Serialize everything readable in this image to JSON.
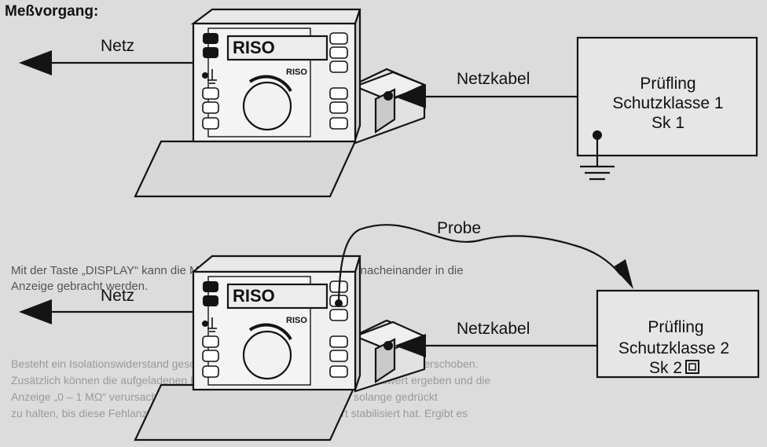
{
  "title": "Meßvorgang:",
  "top": {
    "netz": "Netz",
    "netzkabel": "Netzkabel",
    "device_label": "RISO",
    "knob_label": "RISO",
    "pruefling_lines": [
      "Prüfling",
      "Schutzklasse 1",
      "Sk 1"
    ]
  },
  "bottom": {
    "netz": "Netz",
    "netzkabel": "Netzkabel",
    "probe": "Probe",
    "device_label": "RISO",
    "knob_label": "RISO",
    "pruefling_lines": [
      "Prüfling",
      "Schutzklasse 2",
      "Sk 2"
    ]
  },
  "background_text": [
    "Mit der Taste „DISPLAY“ kann die Meßspannung und der Meßwert nacheinander in die",
    "Anzeige gebracht werden.",
    "Besteht ein Isolationswiderstand geschaltet ist, wird die Kapazität und der Meßwert verschoben.",
    "Zusätzlich können die aufgeladenen Kondensatoren einen wechselnden Meßwert ergeben und die",
    "Anzeige „0 – 1 MΩ“ verursachen. In diesem Fall ist die Taste „START“ solange gedrückt",
    "zu halten, bis diese Fehlanzeige verschwindet bzw. sich der Meßwert stabilisiert hat. Ergibt es"
  ],
  "colors": {
    "ink": "#141414",
    "paper": "#dcdcdc",
    "faint_text": "#9a9a9a"
  }
}
